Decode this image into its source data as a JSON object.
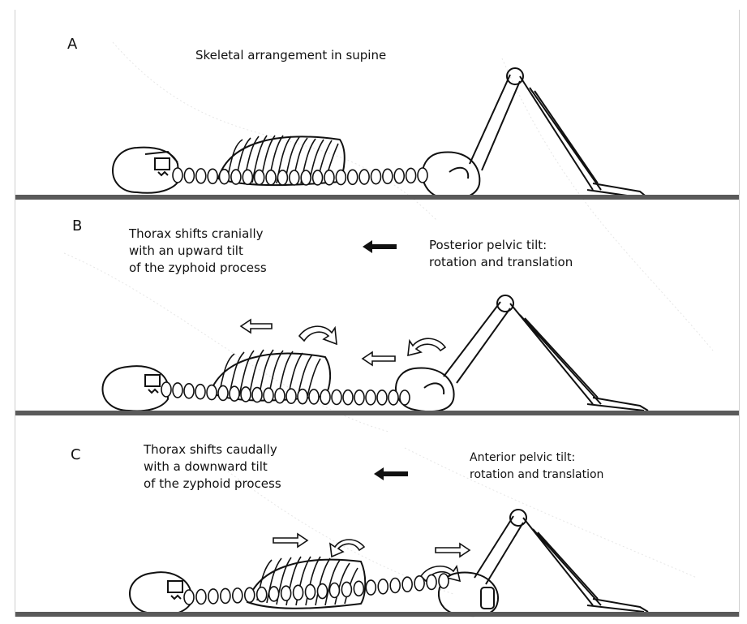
{
  "panels": [
    {
      "letter": "A",
      "caption": "Skeletal arrangement in supine"
    },
    {
      "letter": "B",
      "left_lines": [
        "Thorax shifts cranially",
        "with an upward tilt",
        "of the zyphoid process"
      ],
      "right_lines": [
        "Posterior pelvic tilt:",
        "rotation and translation"
      ]
    },
    {
      "letter": "C",
      "left_lines": [
        "Thorax shifts caudally",
        "with a downward tilt",
        "of the zyphoid process"
      ],
      "right_lines": [
        "Anterior pelvic tilt:",
        "rotation and translation"
      ]
    }
  ],
  "colors": {
    "ink": "#111111",
    "floor": "#5a5a5a",
    "paper": "#ffffff"
  }
}
